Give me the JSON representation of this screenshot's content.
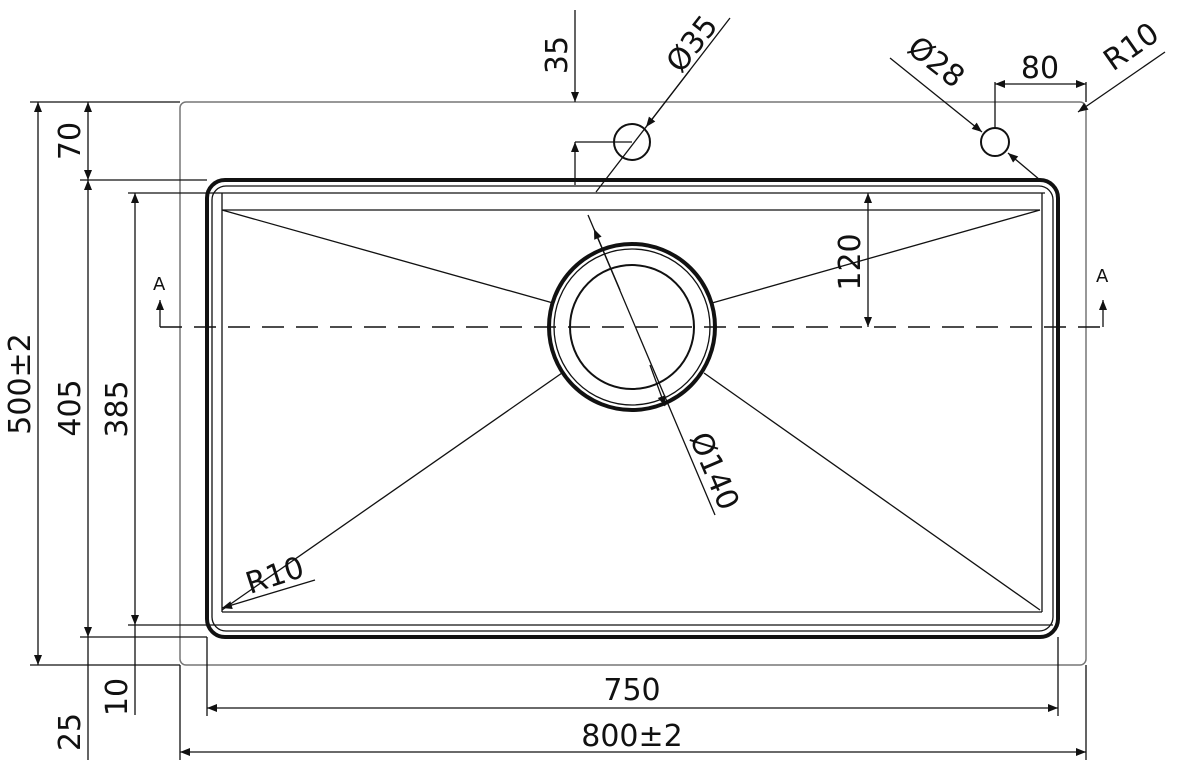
{
  "drawing": {
    "overall_width": "800±2",
    "overall_depth": "500±2",
    "bowl_width": "750",
    "bowl_depth_outer": "405",
    "bowl_depth_inner": "385",
    "top_margin": "70",
    "bottom_margin": "25",
    "bottom_offset": "10",
    "tap_hole_offset": "35",
    "tap_hole_diameter": "Ø35",
    "drain_diameter": "Ø140",
    "drain_offset": "120",
    "second_hole_diameter": "Ø28",
    "second_hole_offset": "80",
    "corner_radius_outer": "R10",
    "corner_radius_inner": "R10",
    "section_label_left": "A",
    "section_label_right": "A"
  }
}
